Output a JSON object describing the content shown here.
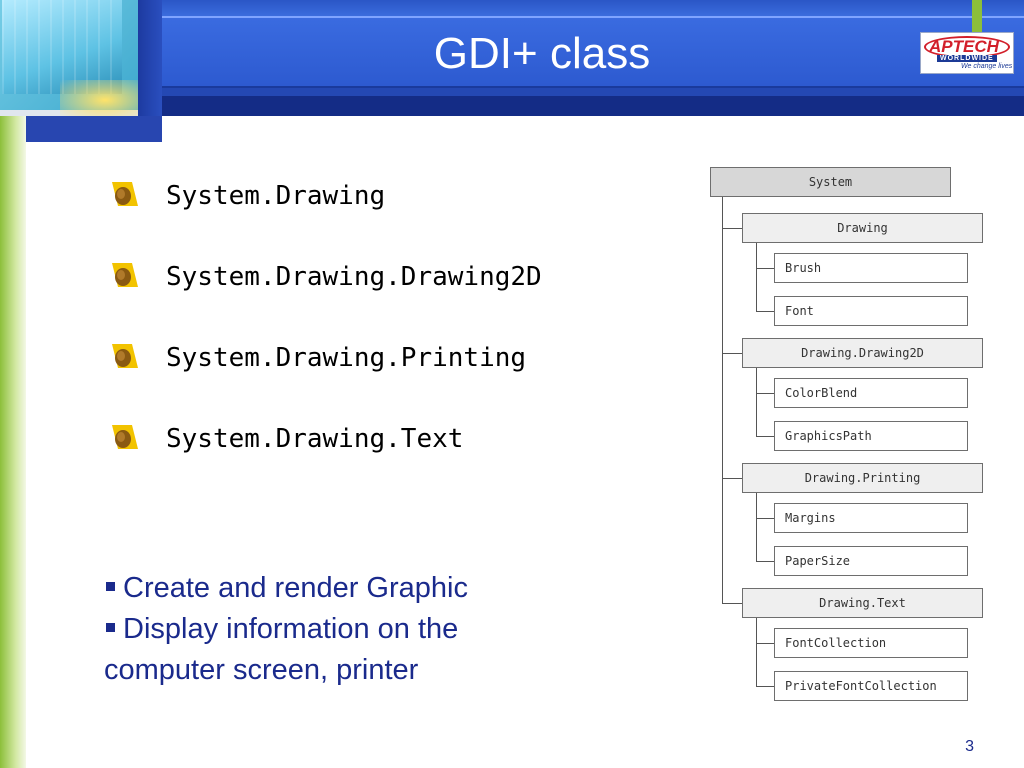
{
  "slide": {
    "title": "GDI+ class",
    "page_number": "3",
    "logo": {
      "main": "APTECH",
      "sub": "WORLDWIDE",
      "tagline": "We change lives"
    },
    "namespaces": [
      "System.Drawing",
      "System.Drawing.Drawing2D",
      "System.Drawing.Printing",
      "System.Drawing.Text"
    ],
    "description": [
      "Create and render Graphic",
      "Display information on the computer screen, printer"
    ],
    "tree": {
      "root": "System",
      "groups": [
        {
          "name": "Drawing",
          "children": [
            "Brush",
            "Font"
          ]
        },
        {
          "name": "Drawing.Drawing2D",
          "children": [
            "ColorBlend",
            "GraphicsPath"
          ]
        },
        {
          "name": "Drawing.Printing",
          "children": [
            "Margins",
            "PaperSize"
          ]
        },
        {
          "name": "Drawing.Text",
          "children": [
            "FontCollection",
            "PrivateFontCollection"
          ]
        }
      ]
    },
    "colors": {
      "header": "#1c3a96",
      "accent_green": "#8cbf3a",
      "text_blue": "#1a2a8c"
    }
  }
}
